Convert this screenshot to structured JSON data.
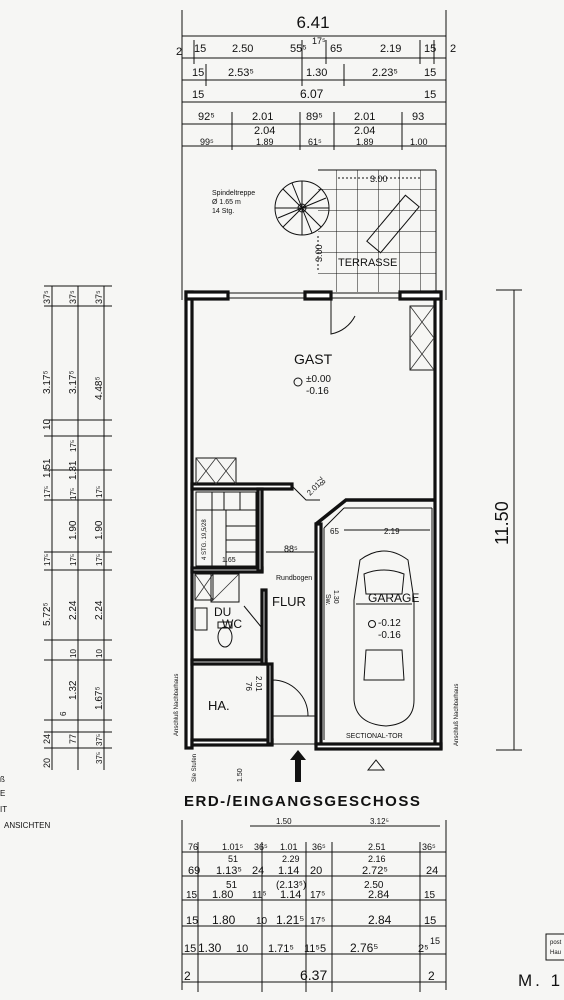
{
  "plan": {
    "top_total": "6.41",
    "top_row1": [
      "2",
      "15",
      "2.50",
      "55⁵",
      "17⁵",
      "65",
      "2.19",
      "15",
      "2"
    ],
    "top_row2": [
      "15",
      "2.53⁵",
      "1.30",
      "2.23⁵",
      "15"
    ],
    "top_row3": [
      "15",
      "6.07",
      "15"
    ],
    "top_row4": [
      "92⁵",
      "2.01",
      "89⁵",
      "2.01",
      "93"
    ],
    "top_row4b": [
      "2.04",
      "2.04"
    ],
    "top_row5": [
      "99⁵",
      "1.89",
      "61⁵",
      "1.89",
      "1.00"
    ],
    "stair_note": [
      "Spindeltreppe",
      "Ø 1.65 m",
      "14 Stg."
    ],
    "terrace_dim": "3.00",
    "terrace_dim_v": "3.00",
    "left_col1": [
      "37⁵",
      "3.17⁵",
      "10",
      "17⁵",
      "1.51",
      "17⁵",
      "5.72⁵",
      "20",
      "24",
      "77"
    ],
    "left_col2": [
      "37⁵",
      "3.17⁵",
      "17⁵",
      "1.31",
      "17⁵",
      "1.90",
      "17⁵",
      "2.24",
      "10",
      "6",
      "1.32",
      "37⁵"
    ],
    "left_col3": [
      "37⁵",
      "4.48⁵",
      "17⁵",
      "1.90",
      "17⁵",
      "2.24",
      "10",
      "1.67⁵",
      "37⁵"
    ],
    "right_dim": "11.50",
    "rooms": {
      "terrace": "TERRASSE",
      "gast": "GAST",
      "gast_level1": "±0.00",
      "gast_level2": "-0.16",
      "flur": "FLUR",
      "du": "DU",
      "wc": "WC",
      "ha": "HA.",
      "garage": "GARAGE",
      "garage_level1": "-0.12",
      "garage_level2": "-0.16"
    },
    "labels": {
      "rundbogen": "Rundbogen",
      "dim_88": "88⁵",
      "dim_78": "78",
      "dim_201a": "2.01",
      "dim_76": "76",
      "dim_201b": "2.01",
      "dim_65": "65",
      "dim_219": "2.19",
      "stair_small": "1.65",
      "stair_note2": "4 STG. 19,5/28",
      "sw": "Sw.",
      "sw_dim": "1.30",
      "sectional": "SECTIONAL-TOR",
      "anschluss_left": "Anschluß Nachbarhaus",
      "anschluss_right": "Anschluß Nachbarhaus",
      "sw_dim2": "1.50",
      "stufen": "SIe Stufen"
    },
    "floor_title": "ERD-/EINGANGSGESCHOSS",
    "bottom_upper": [
      "1.50",
      "3.12⁵"
    ],
    "bottom_row1": [
      "76",
      "1.01⁵",
      "36⁵",
      "1.01",
      "36⁵",
      "2.51",
      "36⁵"
    ],
    "bottom_row1b": [
      "51",
      "2.29",
      "2.16"
    ],
    "bottom_row2": [
      "69",
      "1.13⁵",
      "24",
      "1.14",
      "20",
      "2.72⁵",
      "24"
    ],
    "bottom_row2b": [
      "51",
      "(2.13⁵)",
      "2.50"
    ],
    "bottom_row3": [
      "15",
      "1.80",
      "11⁵",
      "1.14",
      "17⁵",
      "2.84",
      "15"
    ],
    "bottom_row4": [
      "15",
      "1.80",
      "10",
      "1.21⁵",
      "17⁵",
      "2.84",
      "15"
    ],
    "bottom_row5": [
      "15",
      "1.30",
      "10",
      "1.71⁵",
      "11⁵",
      "5",
      "2.76⁵",
      "2⁵",
      "15"
    ],
    "bottom_total": [
      "2",
      "6.37",
      "2"
    ],
    "scale": "M. 1",
    "left_legend": [
      "ß",
      "E",
      "IT",
      "ANSICHTEN"
    ],
    "corner_note": [
      "post",
      "Hau"
    ]
  }
}
